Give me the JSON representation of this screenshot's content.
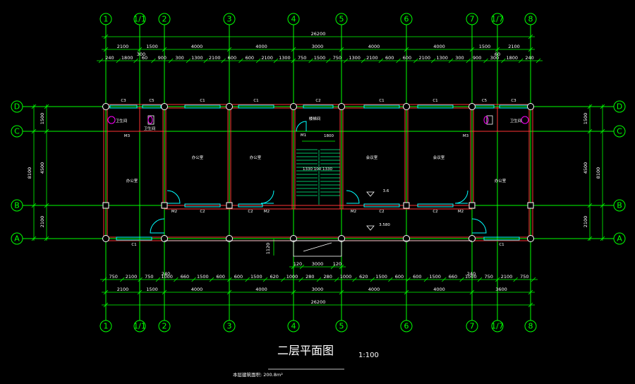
{
  "drawing": {
    "title": "二层平面图",
    "scale": "1:100",
    "area_note": "本层建筑面积: 200.8m²"
  },
  "axes_x": [
    "1",
    "1/1",
    "2",
    "3",
    "4",
    "5",
    "6",
    "7",
    "1/7",
    "8"
  ],
  "axes_y": [
    "D",
    "C",
    "B",
    "A"
  ],
  "dims_top": {
    "overall": "26200",
    "row1": [
      "2100",
      "1500",
      "4000",
      "4000",
      "3000",
      "4000",
      "4000",
      "1500",
      "2100"
    ],
    "row2": [
      "240",
      "1800",
      "60",
      "900",
      "300",
      "1300",
      "2100",
      "600",
      "600",
      "2100",
      "1300",
      "750",
      "1500",
      "750",
      "1300",
      "2100",
      "600",
      "600",
      "2100",
      "1300",
      "300",
      "900",
      "300",
      "1800",
      "240"
    ],
    "note_left": "300",
    "note_right": "60"
  },
  "dims_bottom": {
    "overall": "26200",
    "row1": [
      "2100",
      "1500",
      "4000",
      "4000",
      "3000",
      "4000",
      "4000",
      "3600"
    ],
    "row2": [
      "750",
      "2100",
      "750",
      "1000",
      "660",
      "1500",
      "600",
      "600",
      "1500",
      "620",
      "1000",
      "280",
      "280",
      "1000",
      "620",
      "1500",
      "600",
      "600",
      "1500",
      "660",
      "1000",
      "750",
      "2100",
      "750"
    ],
    "note_left": "240",
    "note_right": "240",
    "porch": [
      "120",
      "3000",
      "120"
    ],
    "porch_depth": "1120"
  },
  "dims_side": {
    "total": "8100",
    "segments": [
      "1500",
      "4500",
      "2100"
    ]
  },
  "openings": {
    "windows_top": [
      "C3",
      "C5",
      "C1",
      "C1",
      "C2",
      "C1",
      "C1",
      "C5",
      "C3"
    ],
    "windows_inner": [
      "C2",
      "C2",
      "C2",
      "C2"
    ],
    "windows_bottom": [
      "C1",
      "C1"
    ],
    "doors": [
      "M2",
      "M2",
      "M2",
      "M2",
      "M1",
      "M3",
      "M3"
    ]
  },
  "rooms": [
    "办公室",
    "办公室",
    "办公室",
    "会议室",
    "会议室",
    "办公室",
    "卫生间",
    "卫生间",
    "卫生间"
  ],
  "stair": {
    "label_width": "1800",
    "split": "1330 100 1330",
    "room_label": "楼梯间"
  },
  "levels": [
    "3.6",
    "3.580"
  ],
  "colors": {
    "axis": "#00ff00",
    "wall": "#ff3333",
    "window": "#00ffff",
    "text": "#ffffff",
    "fixture": "#ff00ff"
  }
}
